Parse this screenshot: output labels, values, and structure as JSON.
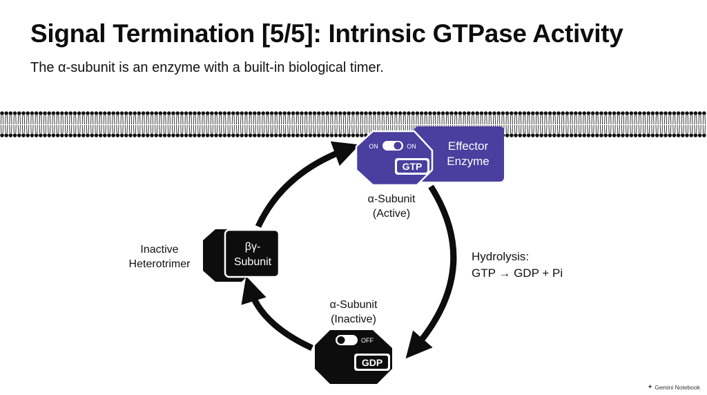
{
  "slide": {
    "title": "Signal Termination [5/5]: Intrinsic GTPase Activity",
    "subtitle": "The α-subunit is an enzyme with a built-in biological timer."
  },
  "diagram": {
    "effector": {
      "line1": "Effector",
      "line2": "Enzyme",
      "color": "#4a3f9e"
    },
    "active_subunit": {
      "switch_left": "ON",
      "switch_right": "ON",
      "nucleotide": "GTP",
      "label_line1": "α-Subunit",
      "label_line2": "(Active)",
      "color": "#4a3f9e"
    },
    "hydrolysis": {
      "line1": "Hydrolysis:",
      "line2": "GTP → GDP + Pi"
    },
    "inactive_subunit": {
      "switch_label": "OFF",
      "nucleotide": "GDP",
      "label_line1": "α-Subunit",
      "label_line2": "(Inactive)",
      "color": "#0d0d0d"
    },
    "heterotrimer": {
      "bg_line1": "βγ-",
      "bg_line2": "Subunit",
      "label_line1": "Inactive",
      "label_line2": "Heterotrimer"
    }
  },
  "footer": {
    "brand": "Gemini Notebook",
    "icon": "sparkle-icon"
  }
}
